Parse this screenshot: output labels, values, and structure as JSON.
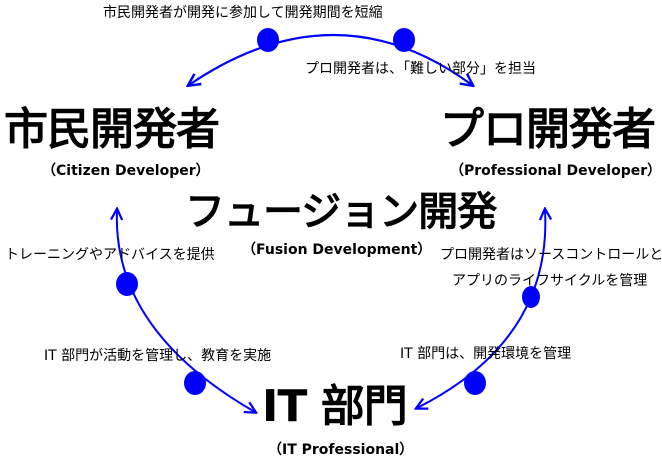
{
  "colors": {
    "accent": "#0000ff",
    "text": "#000000"
  },
  "nodes": {
    "citizen": {
      "title": "市民開発者",
      "subtitle": "（Citizen Developer）"
    },
    "pro": {
      "title": "プロ開発者",
      "subtitle": "（Professional Developer）"
    },
    "fusion": {
      "title": "フュージョン開発",
      "subtitle": "（Fusion Development）"
    },
    "it": {
      "title": "IT 部門",
      "subtitle": "（IT Professional）"
    }
  },
  "labels": {
    "top_left": "市民開発者が開発に参加して開発期間を短縮",
    "top_right": "プロ開発者は、「難しい部分」を担当",
    "left_upper": "トレーニングやアドバイスを提供",
    "left_lower": "IT 部門が活動を管理し、教育を実施",
    "right_upper_line1": "プロ開発者はソースコントロールと",
    "right_upper_line2": "アプリのライフサイクルを管理",
    "right_lower": "IT 部門は、開発環境を管理"
  }
}
